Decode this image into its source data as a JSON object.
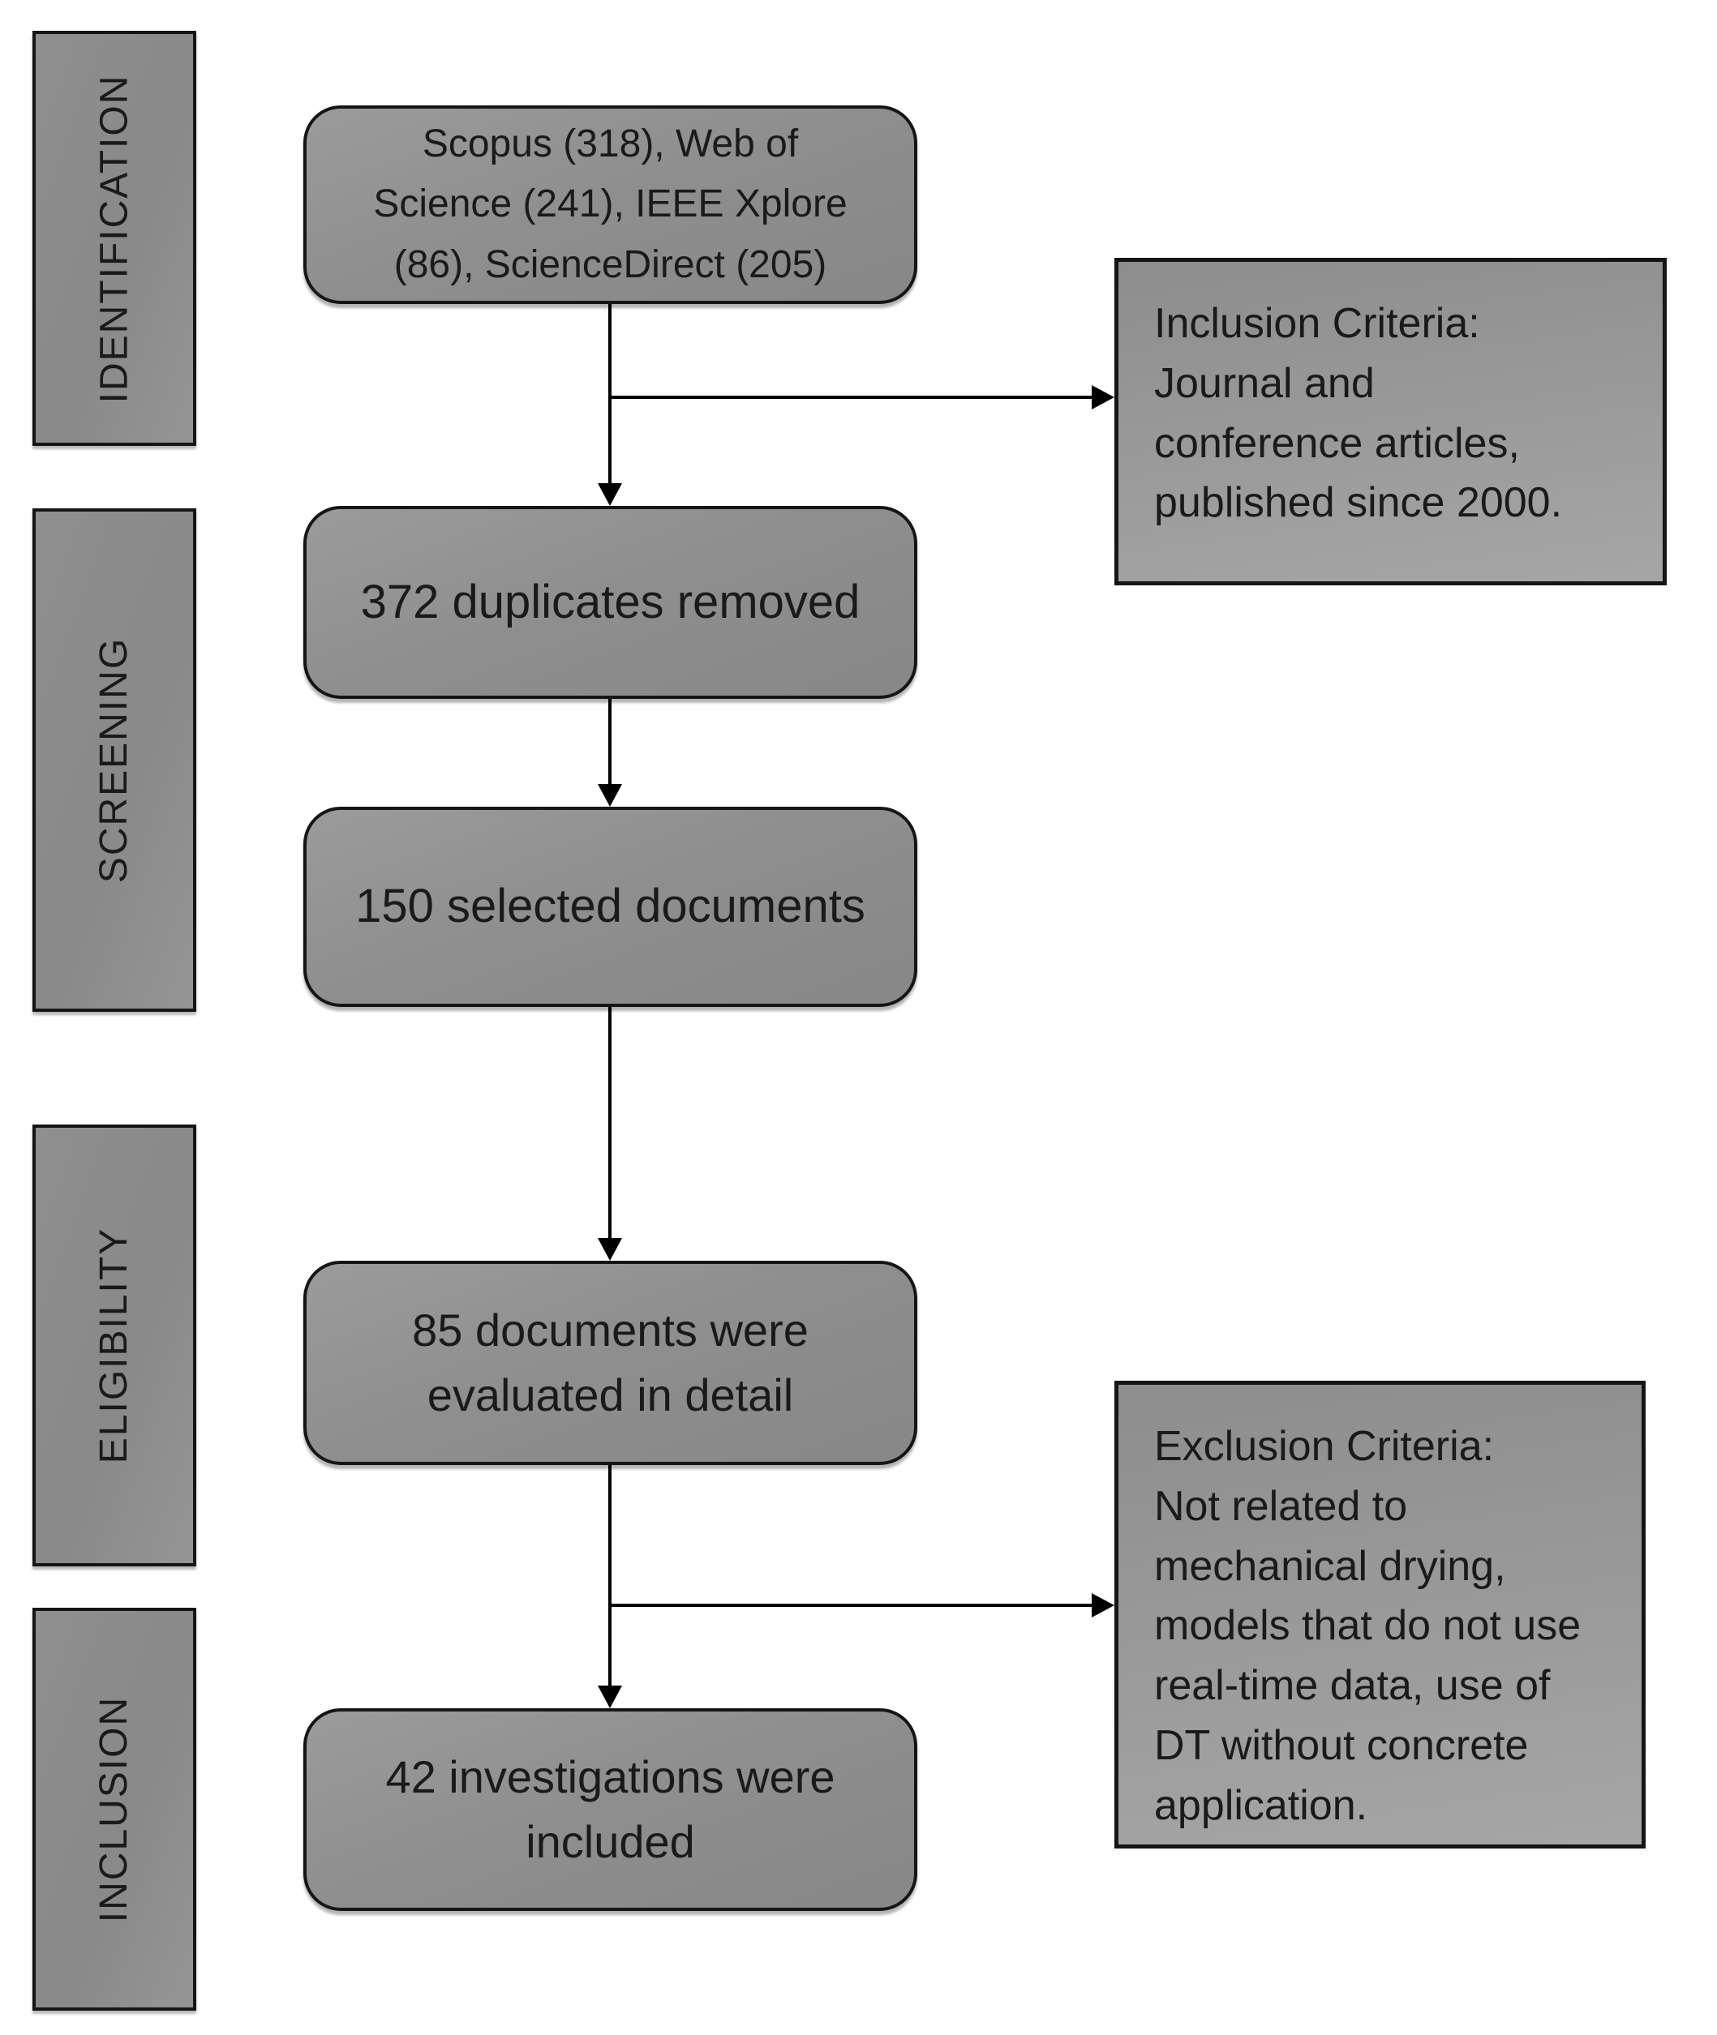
{
  "figure": {
    "stage_labels": [
      {
        "label": "IDENTIFICATION"
      },
      {
        "label": "SCREENING"
      },
      {
        "label": "ELIGIBILITY"
      },
      {
        "label": "INCLUSION"
      }
    ],
    "flow_boxes": [
      {
        "id": "sources",
        "text": "Scopus (318), Web of\nScience (241), IEEE Xplore\n(86), ScienceDirect (205)"
      },
      {
        "id": "duplicates-removed",
        "text": "372 duplicates removed"
      },
      {
        "id": "selected-documents",
        "text": "150 selected documents"
      },
      {
        "id": "evaluated-documents",
        "text": "85 documents were\nevaluated in detail"
      },
      {
        "id": "included-investigations",
        "text": "42 investigations were\nincluded"
      }
    ],
    "side_notes": [
      {
        "id": "inclusion-criteria",
        "text": "Inclusion Criteria:\nJournal and\nconference articles,\npublished since 2000."
      },
      {
        "id": "exclusion-criteria",
        "text": "Exclusion Criteria:\nNot related to\nmechanical drying,\nmodels that do not use\nreal-time data, use of\nDT without concrete\napplication."
      }
    ],
    "colors": {
      "border": "#151515",
      "text": "#1a1a1a",
      "arrow": "#000000",
      "box_fill_start": "#9b9b9b",
      "box_fill_end": "#878787",
      "note_fill_start": "#8d8d8d",
      "note_fill_end": "#a6a6a6",
      "stage_fill_start": "#8f8f8f",
      "stage_fill_end": "#959595",
      "background": "#ffffff"
    }
  }
}
